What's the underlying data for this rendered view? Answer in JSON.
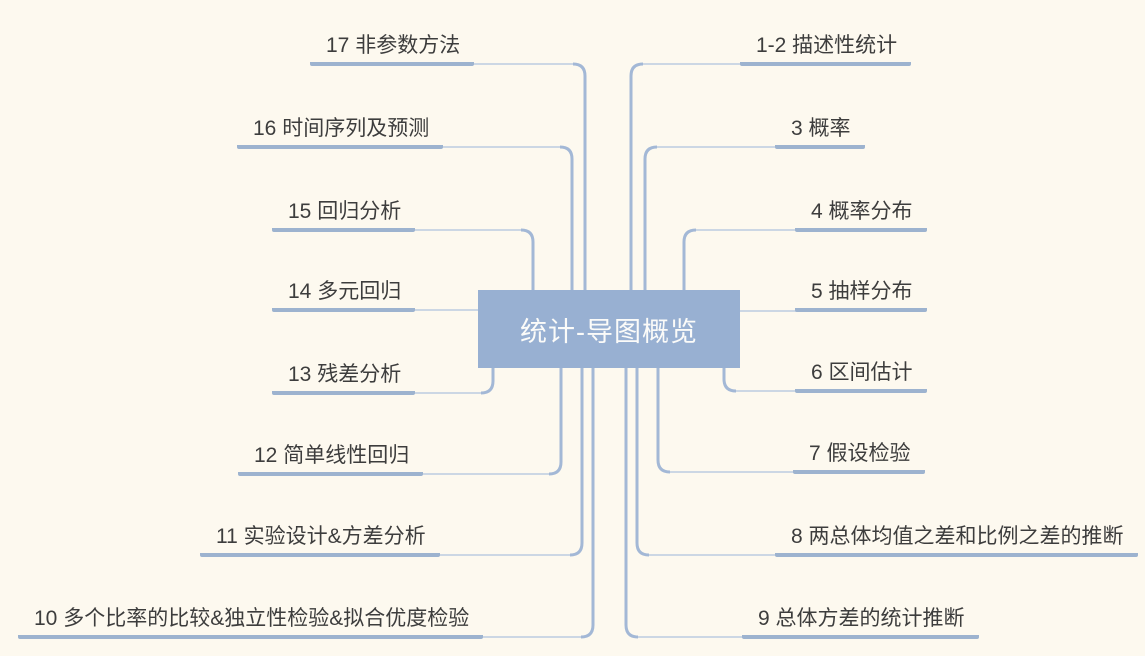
{
  "central": {
    "label": "统计-导图概览"
  },
  "branches": {
    "left": [
      {
        "label": "17 非参数方法"
      },
      {
        "label": "16 时间序列及预测"
      },
      {
        "label": "15 回归分析"
      },
      {
        "label": "14 多元回归"
      },
      {
        "label": "13 残差分析"
      },
      {
        "label": "12 简单线性回归"
      },
      {
        "label": "11 实验设计&方差分析"
      },
      {
        "label": "10 多个比率的比较&独立性检验&拟合优度检验"
      }
    ],
    "right": [
      {
        "label": "1-2 描述性统计"
      },
      {
        "label": "3 概率"
      },
      {
        "label": "4 概率分布"
      },
      {
        "label": "5 抽样分布"
      },
      {
        "label": "6 区间估计"
      },
      {
        "label": "7 假设检验"
      },
      {
        "label": "8 两总体均值之差和比例之差的推断"
      },
      {
        "label": "9 总体方差的统计推断"
      }
    ]
  },
  "colors": {
    "background": "#fdf9ef",
    "node_fill": "#98b0d2",
    "node_text": "#fbfbf9",
    "branch_line_dark": "#9db3cf",
    "connector_light": "#ccd7e4",
    "connector_medium": "#a3b8d6",
    "label_text": "#3d3d3d"
  }
}
